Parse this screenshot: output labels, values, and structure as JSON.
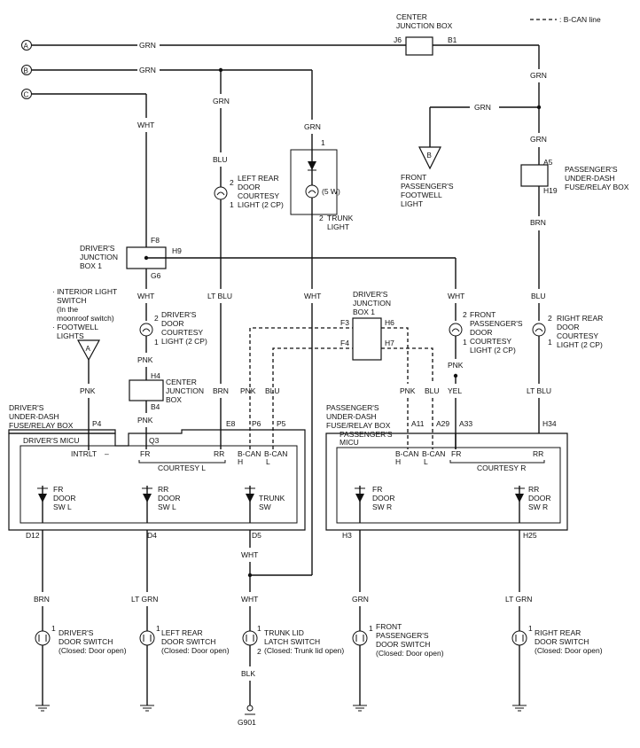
{
  "legend": {
    "b_can": ": B-CAN line"
  },
  "connectors": {
    "a": "A",
    "b": "B",
    "c": "C"
  },
  "wires": {
    "grn": "GRN",
    "wht": "WHT",
    "blu": "BLU",
    "brn": "BRN",
    "pnk": "PNK",
    "lt_blu": "LT BLU",
    "yel": "YEL",
    "lt_grn": "LT GRN",
    "blk": "BLK"
  },
  "center_box_top": {
    "title1": "CENTER",
    "title2": "JUNCTION BOX",
    "j6": "J6",
    "b1": "B1"
  },
  "center_box_mid": {
    "title1": "CENTER",
    "title2": "JUNCTION",
    "title3": "BOX",
    "h4": "H4",
    "b4": "B4"
  },
  "front_footwell": {
    "marker": "B",
    "l1": "FRONT",
    "l2": "PASSENGER'S",
    "l3": "FOOTWELL",
    "l4": "LIGHT"
  },
  "pass_fuse_top": {
    "l1": "PASSENGER'S",
    "l2": "UNDER-DASH",
    "l3": "FUSE/RELAY BOX",
    "a5": "A5",
    "h19": "H19"
  },
  "left_rear_light": {
    "l1": "LEFT REAR",
    "l2": "DOOR",
    "l3": "COURTESY",
    "l4": "LIGHT (2 CP)",
    "p2": "2",
    "p1": "1"
  },
  "trunk_light": {
    "l1": "TRUNK",
    "l2": "LIGHT",
    "watt": "(5 W)",
    "p1": "1",
    "p2": "2"
  },
  "drivers_jb1": {
    "l1": "DRIVER'S",
    "l2": "JUNCTION",
    "l3": "BOX 1",
    "f8": "F8",
    "h9": "H9",
    "g6": "G6"
  },
  "drivers_jb1_mid": {
    "l1": "DRIVER'S",
    "l2": "JUNCTION",
    "l3": "BOX 1",
    "f3": "F3",
    "f4": "F4",
    "h6": "H6",
    "h7": "H7"
  },
  "interior_switch": {
    "l1": "· INTERIOR LIGHT",
    "l2": "SWITCH",
    "l3": "(In the",
    "l4": "moonroof switch)",
    "l5": "· FOOTWELL",
    "l6": "LIGHTS",
    "marker": "A"
  },
  "drivers_light": {
    "l1": "DRIVER'S",
    "l2": "DOOR",
    "l3": "COURTESY",
    "l4": "LIGHT (2 CP)",
    "p2": "2",
    "p1": "1"
  },
  "front_pass_light": {
    "l1": "FRONT",
    "l2": "PASSENGER'S",
    "l3": "DOOR",
    "l4": "COURTESY",
    "l5": "LIGHT (2 CP)",
    "p2": "2",
    "p1": "1"
  },
  "right_rear_light": {
    "l1": "RIGHT REAR",
    "l2": "DOOR",
    "l3": "COURTESY",
    "l4": "LIGHT (2 CP)",
    "p2": "2",
    "p1": "1"
  },
  "driver_fuse": {
    "l1": "DRIVER'S",
    "l2": "UNDER-DASH",
    "l3": "FUSE/RELAY BOX",
    "micu": "DRIVER'S MICU"
  },
  "driver_micu_pins": {
    "p4": "P4",
    "q3": "Q3",
    "e8": "E8",
    "p6": "P6",
    "p5": "P5",
    "intrlt": "INTRLT",
    "fr": "FR",
    "rr": "RR",
    "courtesy": "COURTESY L",
    "bcan_h": "B-CAN",
    "h": "H",
    "bcan_l": "B-CAN",
    "l": "L",
    "d12": "D12",
    "d4": "D4",
    "d5": "D5"
  },
  "driver_switches": {
    "fr_l1": "FR",
    "fr_l2": "DOOR",
    "fr_l3": "SW L",
    "rr_l1": "RR",
    "rr_l2": "DOOR",
    "rr_l3": "SW L",
    "tr_l1": "TRUNK",
    "tr_l2": "SW"
  },
  "pass_fuse": {
    "l1": "PASSENGER'S",
    "l2": "UNDER-DASH",
    "l3": "FUSE/RELAY BOX",
    "micu1": "PASSENGER'S",
    "micu2": "MICU"
  },
  "pass_micu_pins": {
    "a11": "A11",
    "a29": "A29",
    "a33": "A33",
    "h34": "H34",
    "bcan_h": "B-CAN",
    "h": "H",
    "bcan_l": "B-CAN",
    "l": "L",
    "fr": "FR",
    "rr": "RR",
    "courtesy": "COURTESY R",
    "h3": "H3",
    "h25": "H25"
  },
  "pass_switches": {
    "fr_l1": "FR",
    "fr_l2": "DOOR",
    "fr_l3": "SW R",
    "rr_l1": "RR",
    "rr_l2": "DOOR",
    "rr_l3": "SW R"
  },
  "door_switches": {
    "driver": {
      "l1": "DRIVER'S",
      "l2": "DOOR SWITCH",
      "l3": "(Closed: Door open)",
      "p": "1"
    },
    "left_rear": {
      "l1": "LEFT REAR",
      "l2": "DOOR SWITCH",
      "l3": "(Closed: Door open)",
      "p": "1"
    },
    "trunk": {
      "l1": "TRUNK LID",
      "l2": "LATCH SWITCH",
      "l3": "(Closed: Trunk lid open)",
      "p1": "1",
      "p2": "2"
    },
    "front_pass": {
      "l1": "FRONT",
      "l2": "PASSENGER'S",
      "l3": "DOOR SWITCH",
      "l4": "(Closed: Door open)",
      "p": "1"
    },
    "right_rear": {
      "l1": "RIGHT REAR",
      "l2": "DOOR SWITCH",
      "l3": "(Closed: Door open)",
      "p": "1"
    }
  },
  "ground": {
    "g901": "G901"
  }
}
